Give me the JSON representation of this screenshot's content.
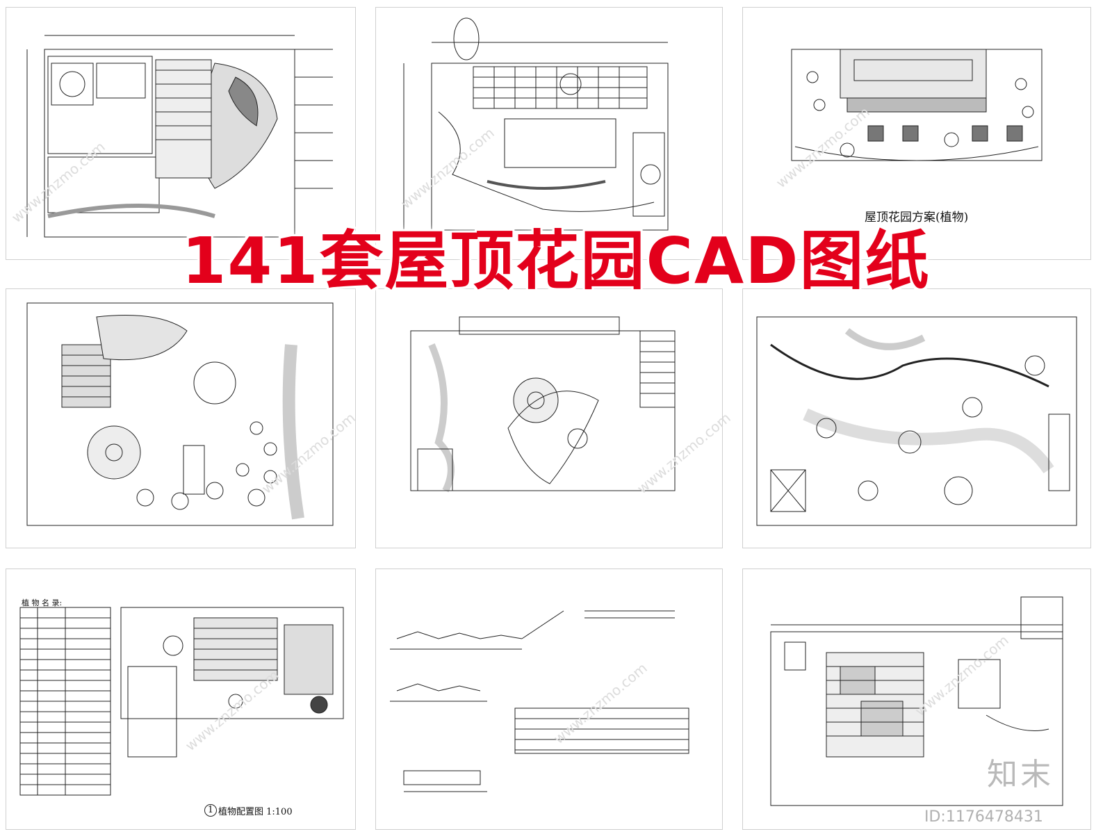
{
  "headline": "141套屋顶花园CAD图纸",
  "panels": {
    "p3_caption": "屋顶花园方案(植物)",
    "p7_caption": "植物配置图  1:100",
    "p7_number": "1",
    "p7_table_title": "植 物 名 录:"
  },
  "watermark": {
    "site": "www.znzmo.com",
    "logo": "知末",
    "image_id": "ID:1176478431"
  },
  "colors": {
    "headline": "#e3001b",
    "line": "#222222"
  }
}
